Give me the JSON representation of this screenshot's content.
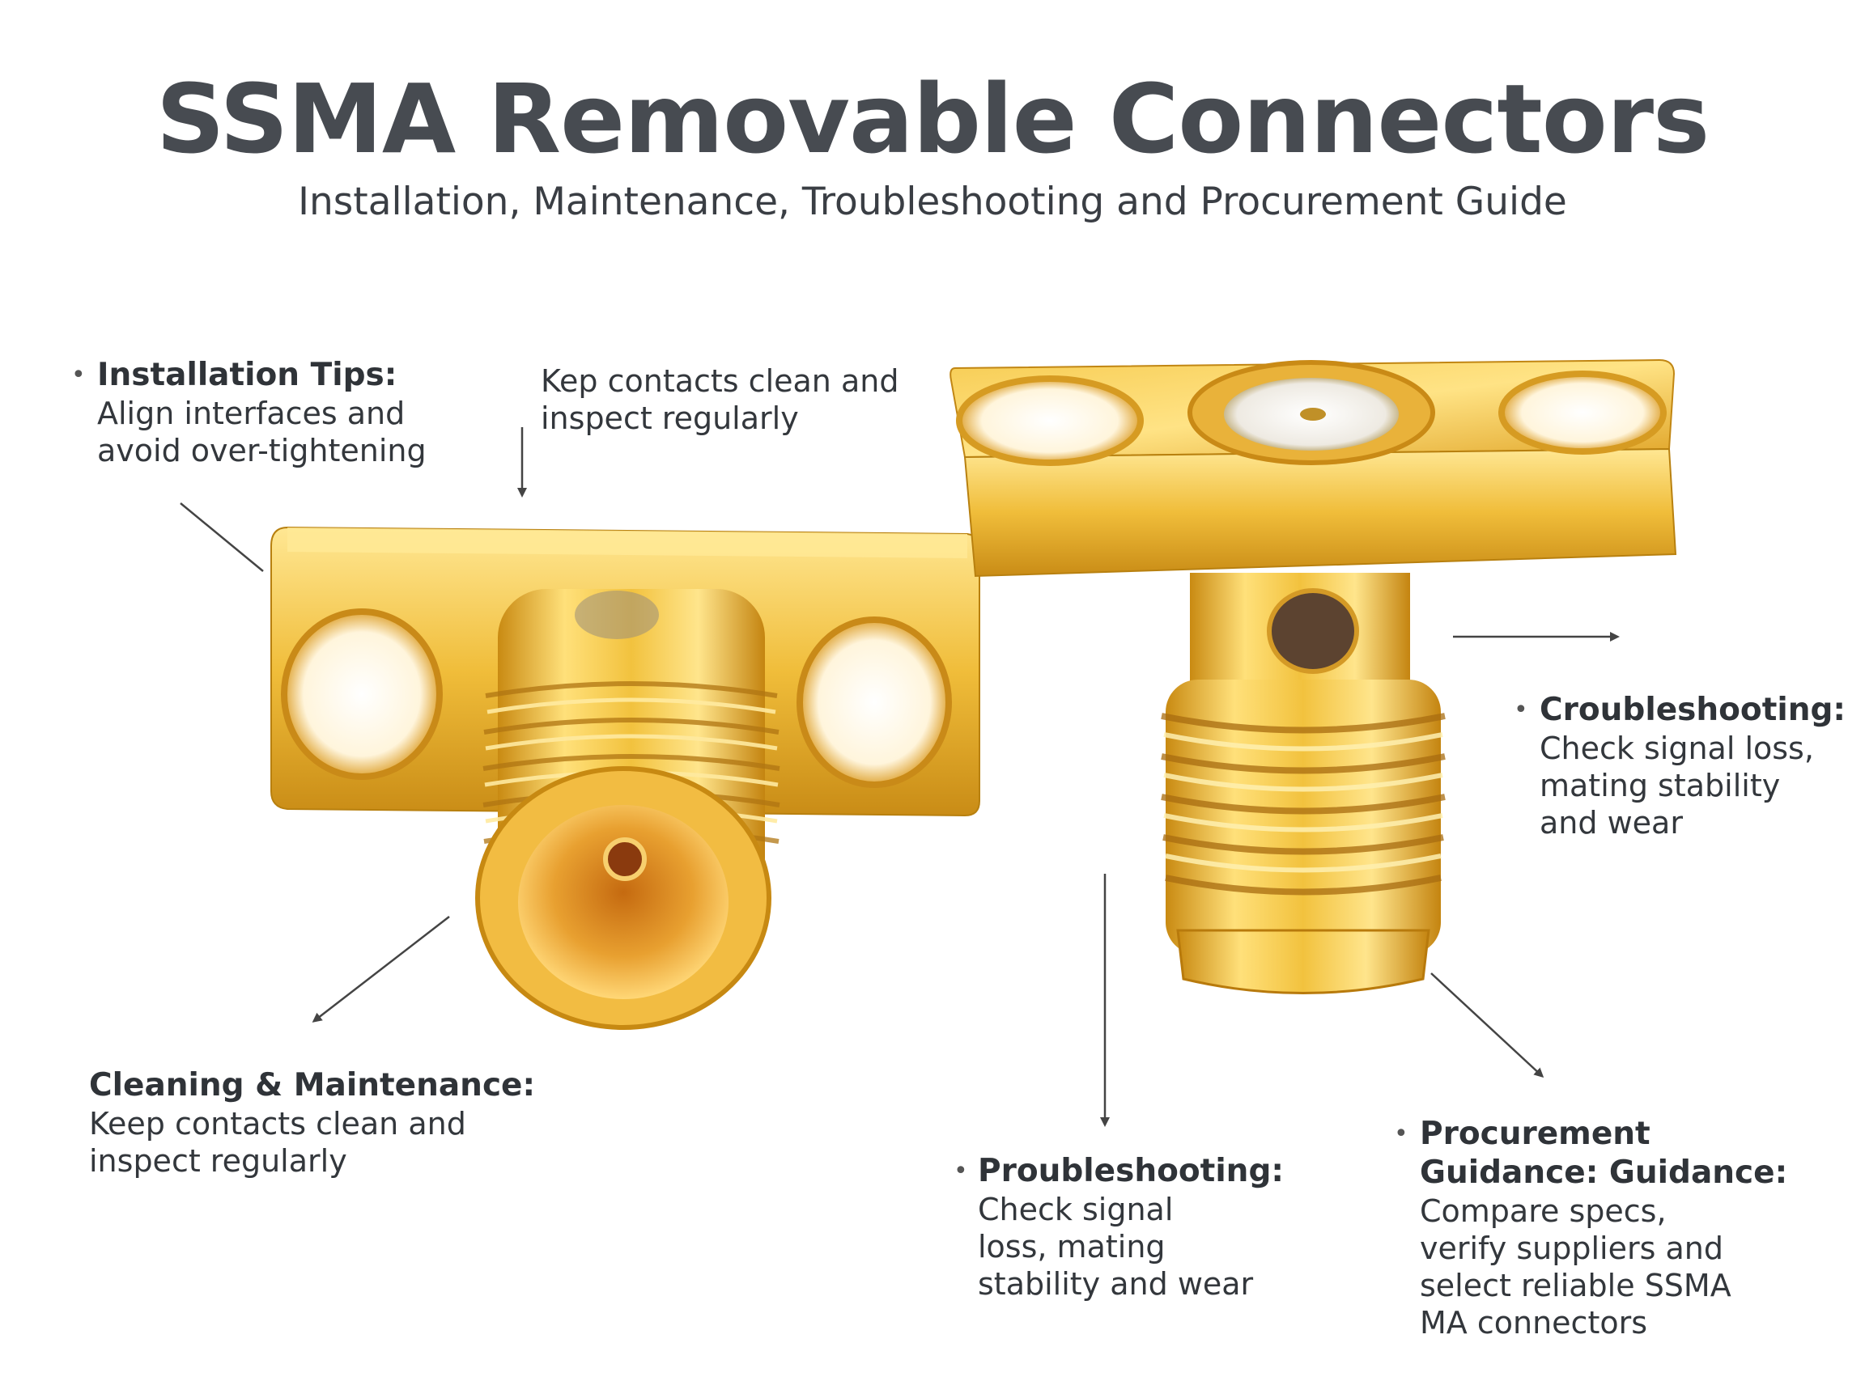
{
  "header": {
    "title": "SSMA Removable Connectors",
    "subtitle": "Installation, Maintenance, Troubleshooting and Procurement Guide"
  },
  "callouts": {
    "installation": {
      "heading": "Installation Tips:",
      "body": "Align interfaces and\navoid over-tightening"
    },
    "keep_contacts": {
      "body": "Kep contacts clean and\ninspect regularly"
    },
    "croubleshooting": {
      "heading": "Croubleshooting:",
      "body": "Check signal loss,\nmating stability\nand wear"
    },
    "cleaning": {
      "heading": "Cleaning & Maintenance:",
      "body": "Keep contacts clean and\ninspect regularly"
    },
    "proubleshooting": {
      "heading": "Proubleshooting:",
      "body": "Check signal\nloss, mating\nstability and wear"
    },
    "procurement": {
      "heading": "Procurement\nGuidance: Guidance:",
      "body": "Compare specs,\nverify suppliers and\nselect reliable SSMA\nMA connectors"
    }
  },
  "bullet_glyph": "•",
  "colors": {
    "gold_light": "#ffe98a",
    "gold_mid": "#e8b22a",
    "gold_dark": "#b87a0c",
    "arrow": "#444444"
  },
  "image": {
    "subject": "two gold-plated SSMA flange-mount connectors"
  }
}
